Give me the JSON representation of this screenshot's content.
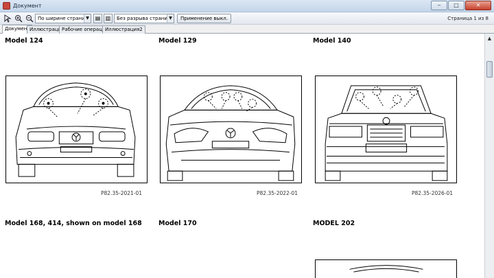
{
  "window": {
    "title": "Документ",
    "minimize": "‒",
    "maximize": "□",
    "close": "✕"
  },
  "toolbar": {
    "zoom_mode": "По ширине страницы",
    "page_break_mode": "Без разрыва страниц",
    "apply_button": "Применение выкл.",
    "page_info": "Страница 1 из 8"
  },
  "tabs": [
    {
      "label": "Документ",
      "active": true
    },
    {
      "label": "Иллюстрация",
      "active": false
    },
    {
      "label": "Рабочие операции",
      "active": false
    },
    {
      "label": "Иллюстрация2",
      "active": false
    }
  ],
  "figures": [
    {
      "heading": "Model 124",
      "caption": "P82.35-2021-01",
      "variant": "a"
    },
    {
      "heading": "Model 129",
      "caption": "P82.35-2022-01",
      "variant": "b"
    },
    {
      "heading": "Model 140",
      "caption": "P82.35-2026-01",
      "variant": "c"
    }
  ],
  "headings_row2": [
    "Model 168, 414, shown on model 168",
    "Model 170",
    "MODEL 202"
  ],
  "icons": {
    "toolbar": [
      "select-icon",
      "zoom-in-icon",
      "zoom-out-icon",
      "fit-page-icon",
      "fit-width-icon"
    ],
    "scroll": "scroll-up-arrow-icon"
  },
  "colors": {
    "titlebar": "#c4d6ea",
    "close_button": "#c7412c"
  }
}
